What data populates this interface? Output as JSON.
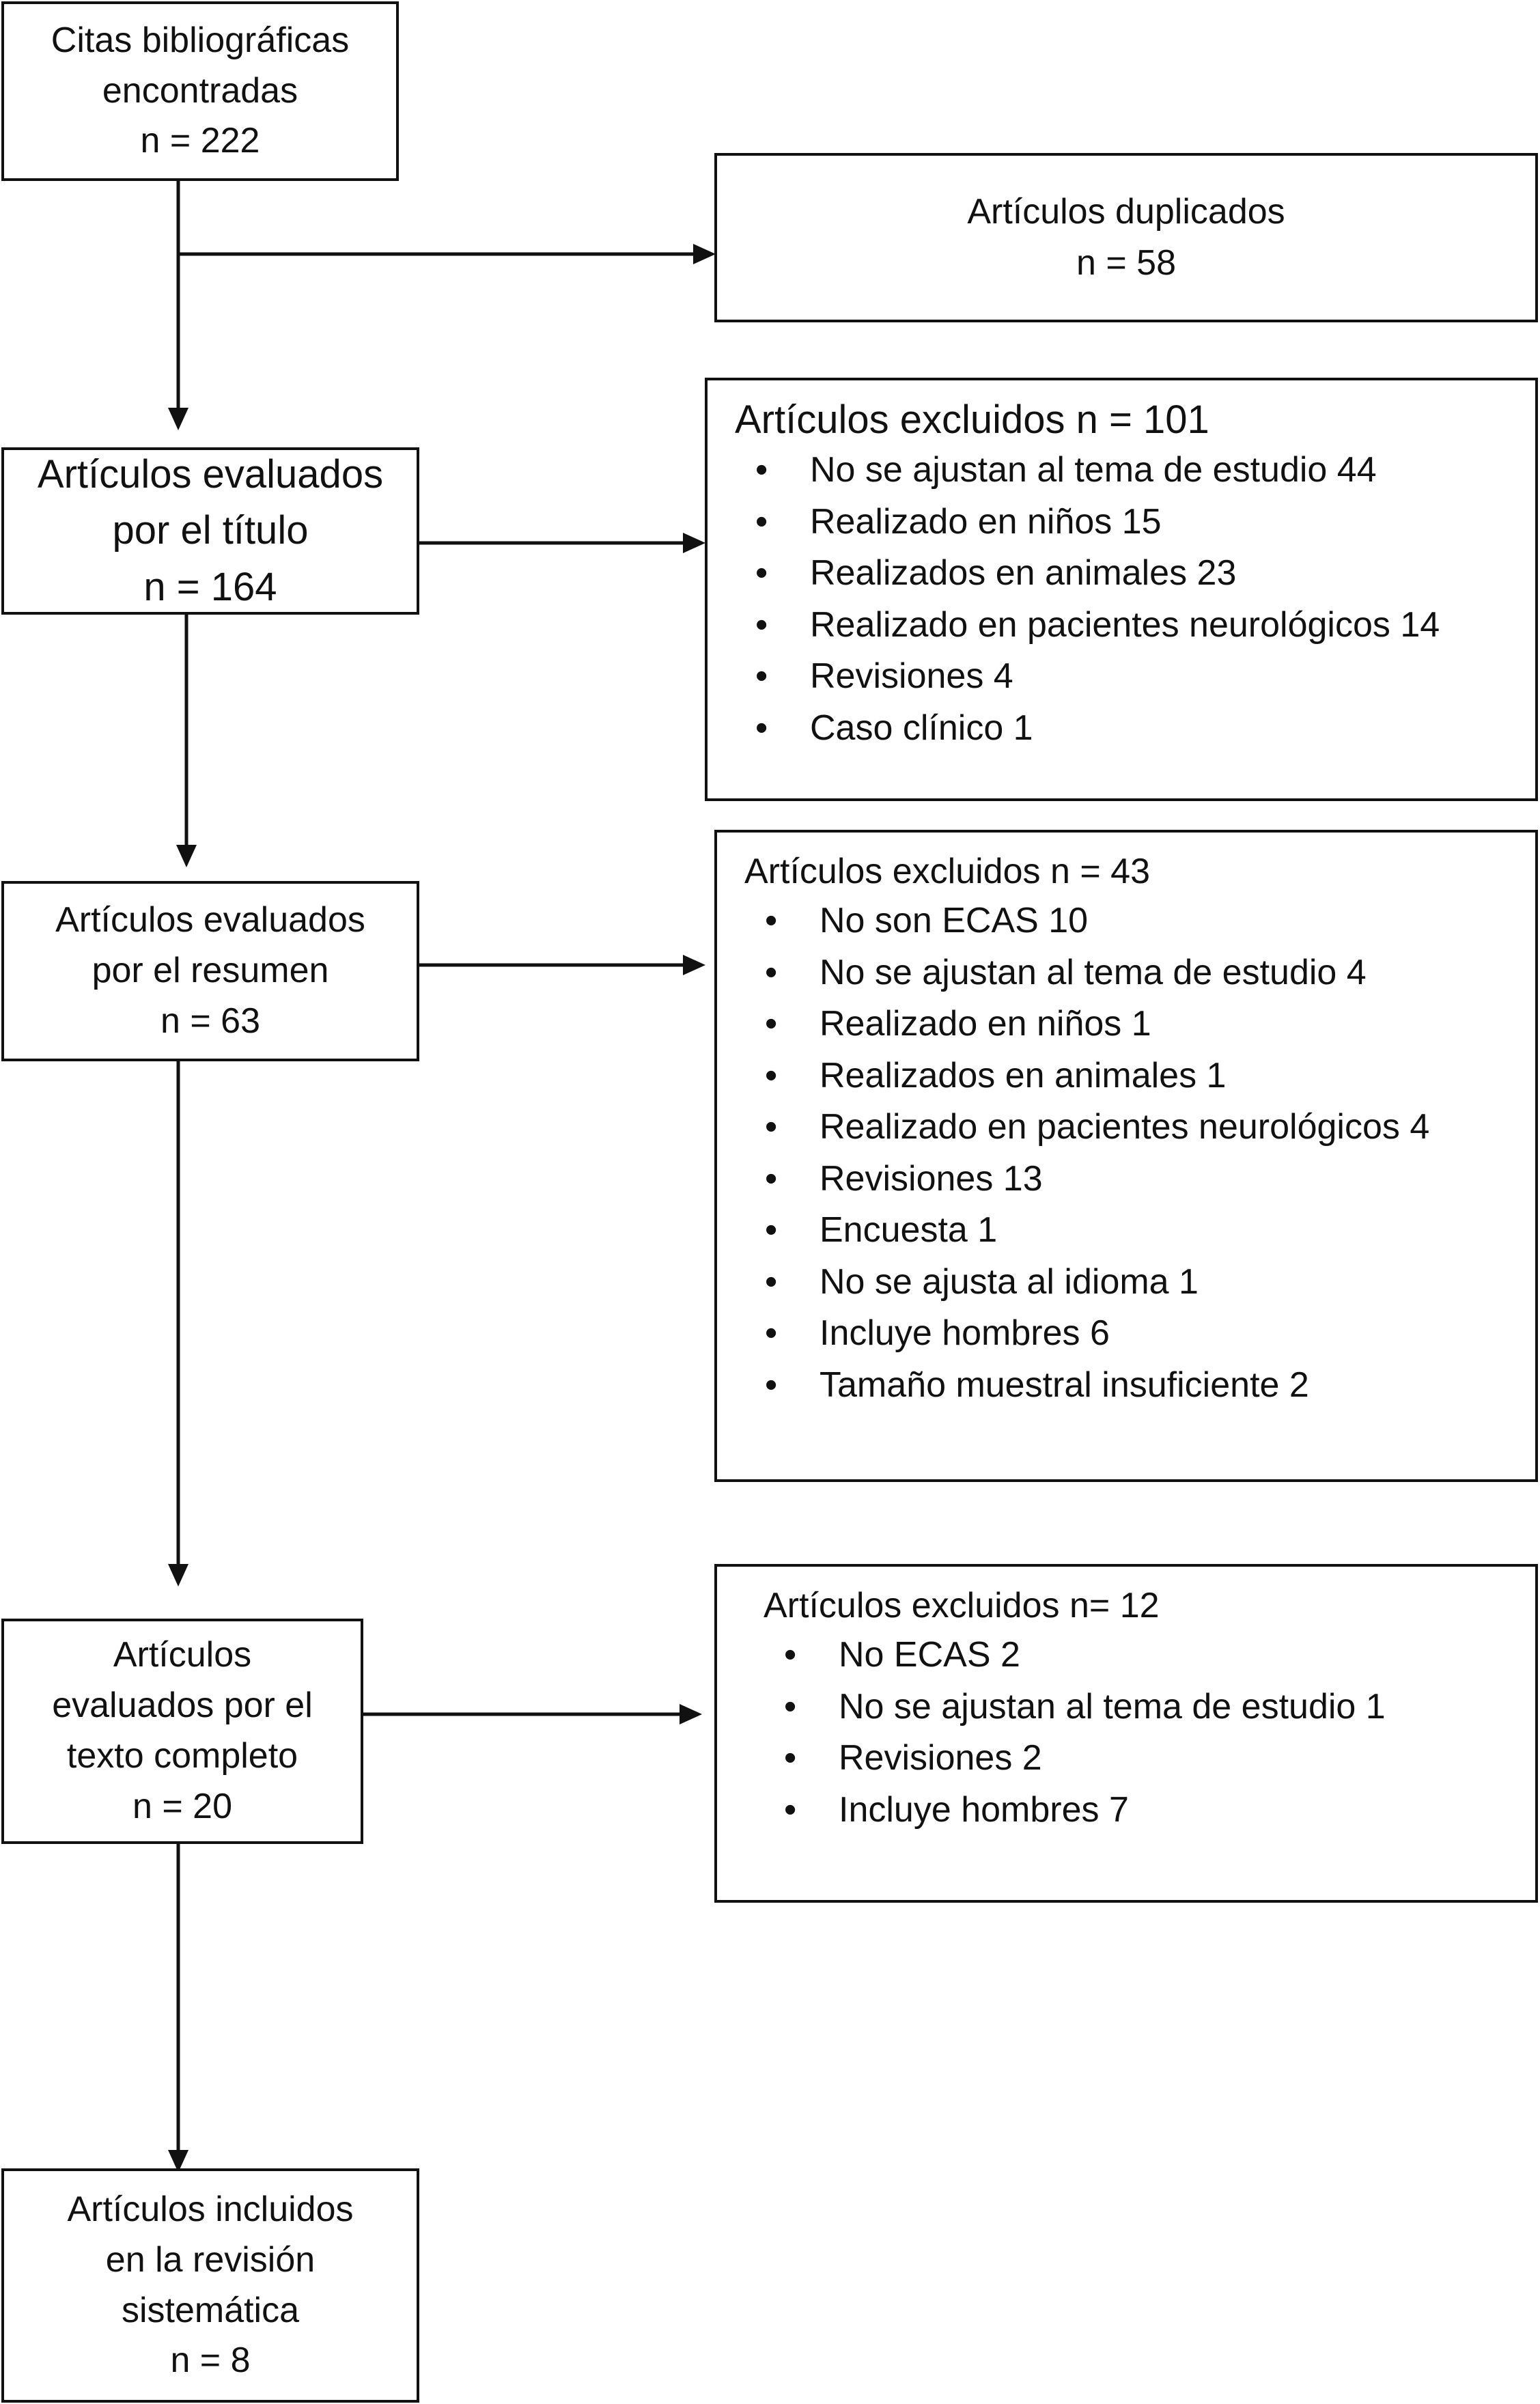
{
  "flow": {
    "citations": {
      "lines": [
        "Citas bibliográficas",
        "encontradas",
        "n = 222"
      ]
    },
    "by_title": {
      "lines": [
        "Artículos evaluados",
        "por el título",
        "n = 164"
      ]
    },
    "by_abstract": {
      "lines": [
        "Artículos evaluados",
        "por el resumen",
        "n = 63"
      ]
    },
    "by_full_text": {
      "lines": [
        "Artículos",
        "evaluados por el",
        "texto completo",
        "n = 20"
      ]
    },
    "included": {
      "lines": [
        "Artículos incluidos",
        "en la revisión",
        "sistemática",
        "n = 8"
      ]
    }
  },
  "exclusions": {
    "duplicates": {
      "lines": [
        "Artículos duplicados",
        "n = 58"
      ]
    },
    "title_stage": {
      "heading": "Artículos excluidos n = 101",
      "items": [
        "No se ajustan al tema de estudio 44",
        "Realizado en niños 15",
        "Realizados en animales 23",
        "Realizado en pacientes neurológicos 14",
        "Revisiones 4",
        "Caso clínico 1"
      ]
    },
    "abstract_stage": {
      "heading": "Artículos excluidos n = 43",
      "items": [
        "No son ECAS 10",
        "No se ajustan al tema de estudio 4",
        "Realizado en niños 1",
        "Realizados en animales 1",
        "Realizado en pacientes neurológicos 4",
        "Revisiones 13",
        "Encuesta 1",
        "No se ajusta al idioma 1",
        "Incluye hombres 6",
        "Tamaño muestral insuficiente 2"
      ]
    },
    "full_text_stage": {
      "heading": "Artículos excluidos n= 12",
      "items": [
        "No ECAS 2",
        "No se ajustan al tema de estudio 1",
        "Revisiones 2",
        "Incluye hombres 7"
      ]
    }
  },
  "bullet_symbol": "•",
  "colors": {
    "line": "#111111",
    "background": "#ffffff"
  }
}
